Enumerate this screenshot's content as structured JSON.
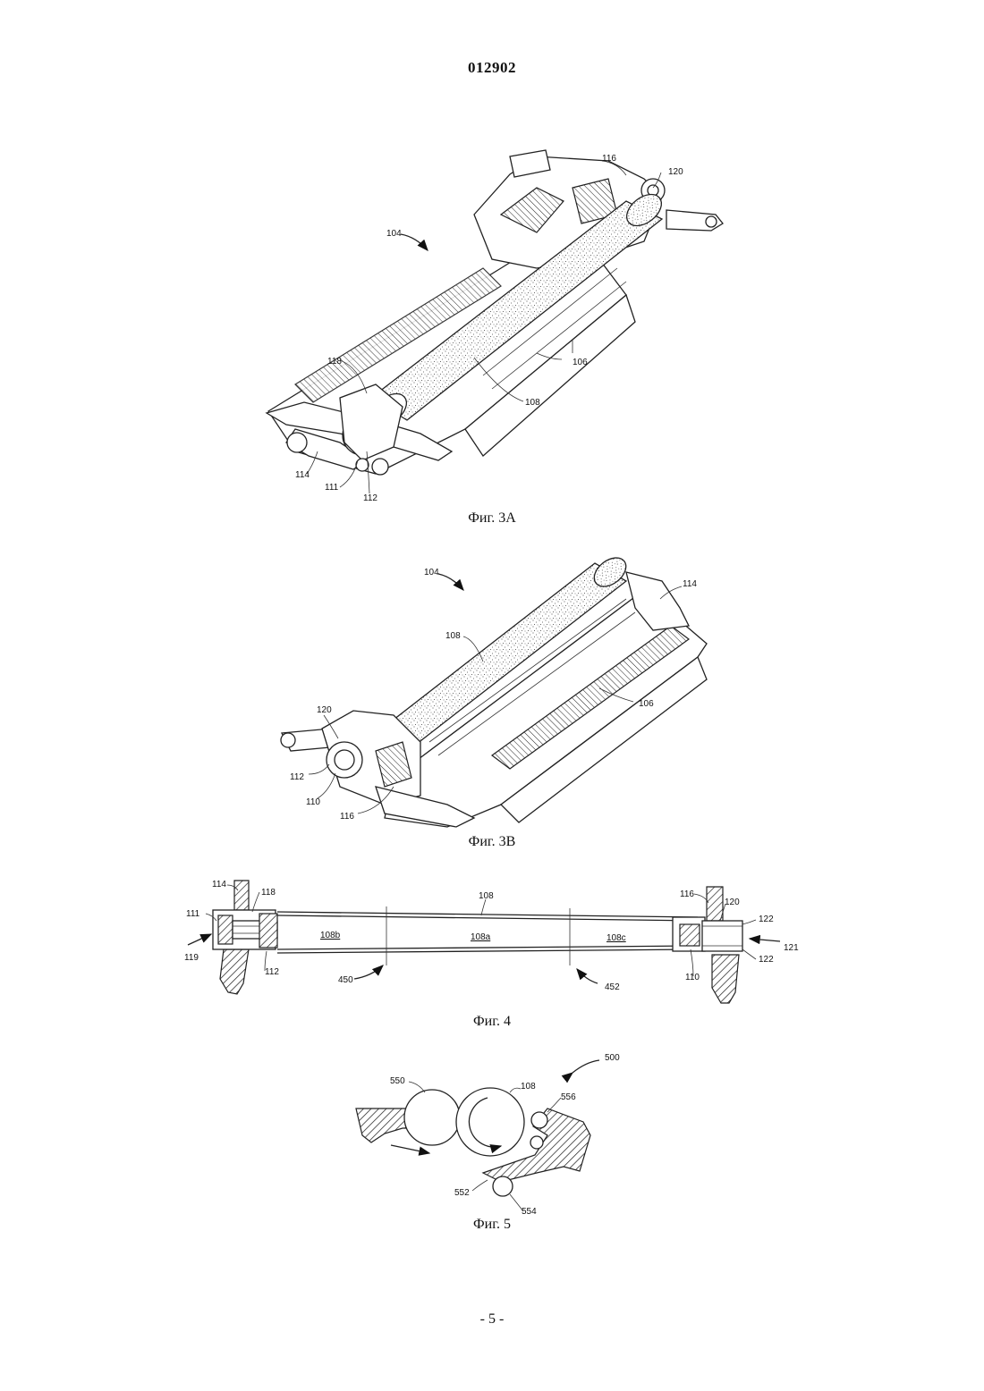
{
  "header": {
    "doc_number": "012902"
  },
  "figures": {
    "fig3a": {
      "caption": "Фиг. 3А",
      "labels": {
        "l104": "104",
        "l116": "116",
        "l120": "120",
        "l118": "118",
        "l106": "106",
        "l108": "108",
        "l114": "114",
        "l111": "111",
        "l112": "112"
      }
    },
    "fig3b": {
      "caption": "Фиг. 3В",
      "labels": {
        "l104": "104",
        "l114": "114",
        "l108": "108",
        "l106": "106",
        "l120": "120",
        "l112": "112",
        "l110": "110",
        "l116": "116"
      }
    },
    "fig4": {
      "caption": "Фиг. 4",
      "labels": {
        "l114": "114",
        "l118": "118",
        "l108": "108",
        "l116": "116",
        "l120": "120",
        "l122a": "122",
        "l111": "111",
        "l108b": "108b",
        "l108a": "108a",
        "l108c": "108c",
        "l121": "121",
        "l119": "119",
        "l112": "112",
        "l450": "450",
        "l452": "452",
        "l110": "110",
        "l122b": "122"
      }
    },
    "fig5": {
      "caption": "Фиг. 5",
      "labels": {
        "l500": "500",
        "l550": "550",
        "l108": "108",
        "l556": "556",
        "l552": "552",
        "l554": "554"
      }
    }
  },
  "footer": {
    "page_number": "- 5 -"
  }
}
